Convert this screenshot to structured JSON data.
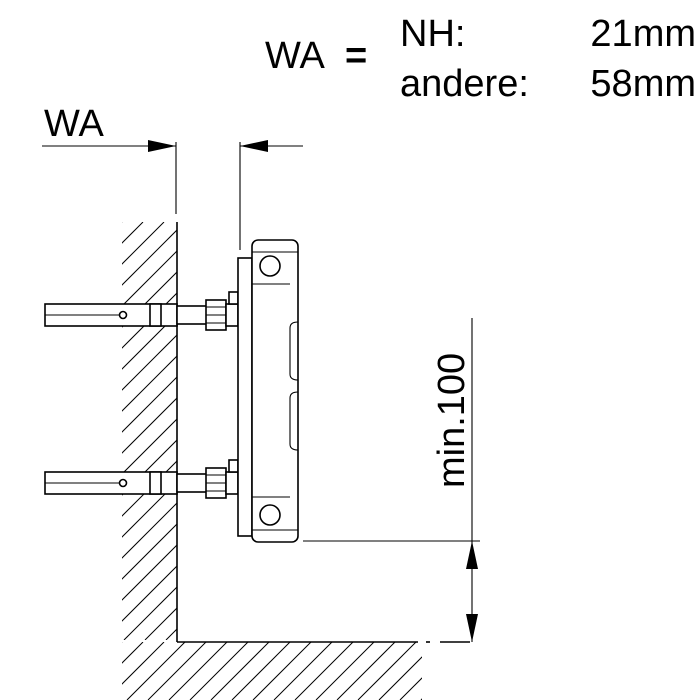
{
  "legend": {
    "symbol": "WA",
    "equals": "=",
    "rows": [
      {
        "label": "NH:",
        "value": "21mm"
      },
      {
        "label": "andere:",
        "value": "58mm"
      }
    ]
  },
  "wall_distance_label": "WA",
  "height_dimension_label": "min.100"
}
